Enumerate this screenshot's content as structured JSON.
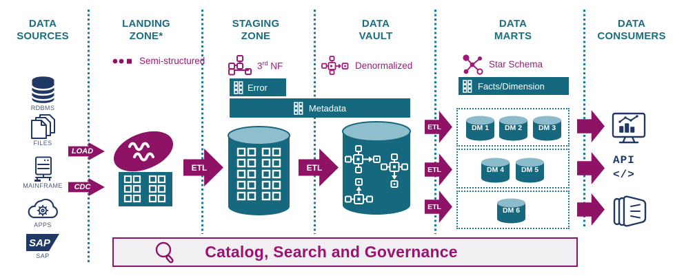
{
  "colors": {
    "teal_header": "#196E80",
    "teal_fill": "#16687E",
    "teal_dotted": "#1A7A93",
    "cylinder_top": "#8ABCCB",
    "magenta_shape": "#8E1266",
    "magenta_text": "#A01777",
    "navy_icon": "#1F3864",
    "footer_bg": "#F1EFF2"
  },
  "columns": {
    "sources": {
      "line1": "DATA",
      "line2": "SOURCES"
    },
    "landing": {
      "line1": "LANDING",
      "line2": "ZONE*"
    },
    "staging": {
      "line1": "STAGING",
      "line2": "ZONE"
    },
    "vault": {
      "line1": "DATA",
      "line2": "VAULT"
    },
    "marts": {
      "line1": "DATA",
      "line2": "MARTS"
    },
    "consumers": {
      "line1": "DATA",
      "line2": "CONSUMERS"
    }
  },
  "sources": {
    "items": [
      {
        "label": "RDBMS",
        "icon": "database-icon"
      },
      {
        "label": "FILES",
        "icon": "files-icon"
      },
      {
        "label": "MAINFRAME",
        "icon": "mainframe-icon"
      },
      {
        "label": "APPS",
        "icon": "cloud-apps-icon"
      },
      {
        "label": "SAP",
        "icon": "sap-logo"
      }
    ],
    "sap_logo_text": "SAP"
  },
  "flow": {
    "load": "LOAD",
    "cdc": "CDC",
    "etl": "ETL"
  },
  "landing": {
    "tag": "Semi-structured"
  },
  "staging": {
    "tag_num": "3",
    "tag_sup": "rd",
    "tag_rest": " NF",
    "error": "Error",
    "metadata": "Metadata"
  },
  "vault": {
    "tag": "Denormalized"
  },
  "marts": {
    "tag": "Star Schema",
    "facts": "Facts/Dimension",
    "groups": [
      {
        "items": [
          "DM 1",
          "DM 2",
          "DM 3"
        ]
      },
      {
        "items": [
          "DM 4",
          "DM 5"
        ]
      },
      {
        "items": [
          "DM 6"
        ]
      }
    ]
  },
  "consumers": {
    "api_line1": "API",
    "api_line2": "</>"
  },
  "footer": {
    "label": "Catalog, Search and Governance"
  }
}
